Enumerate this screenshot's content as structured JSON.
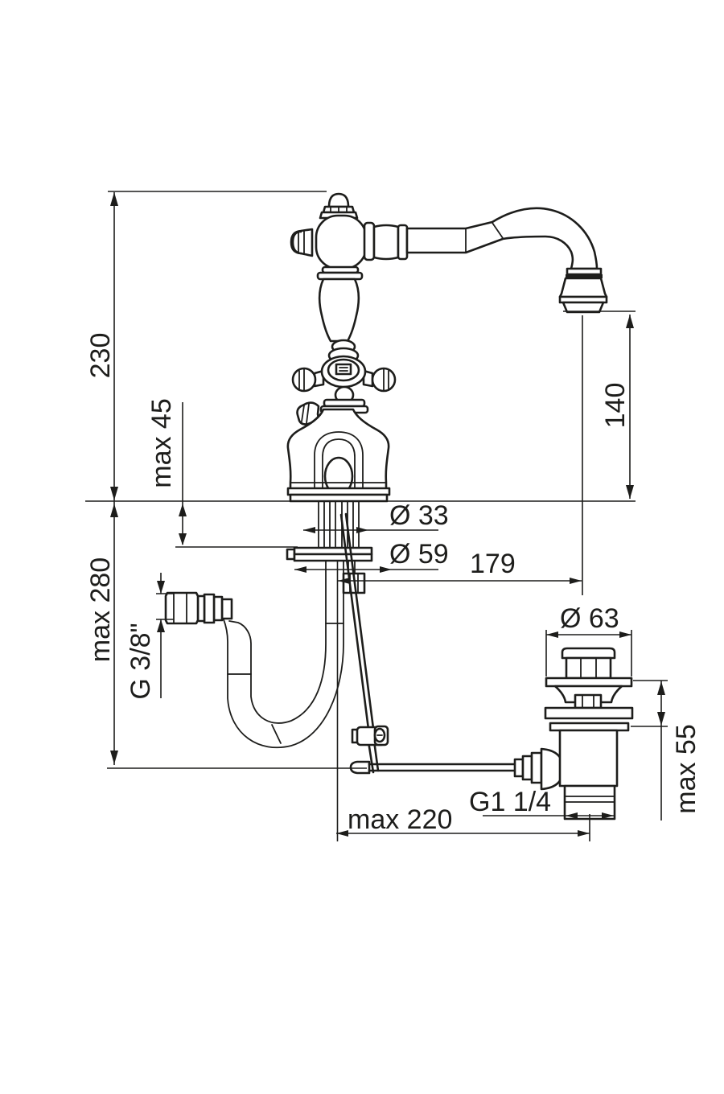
{
  "drawing": {
    "type": "technical-dimension-drawing",
    "subject": "classic single-hole basin mixer tap with swan-neck spout, flexible supply hose and pop-up waste",
    "colors": {
      "line": "#1d1d1b",
      "background": "#ffffff"
    },
    "labels": {
      "overall_height": "230",
      "deck_thickness": "max 45",
      "spout_height": "140",
      "shank_diameter": "Ø 33",
      "base_diameter": "Ø 59",
      "spout_reach": "179",
      "supply_length": "max 280",
      "supply_thread": "G 3/8\"",
      "waste_flange_diameter": "Ø 63",
      "waste_clamp_range": "max 55",
      "waste_thread": "G1 1/4",
      "rod_reach": "max 220"
    }
  }
}
